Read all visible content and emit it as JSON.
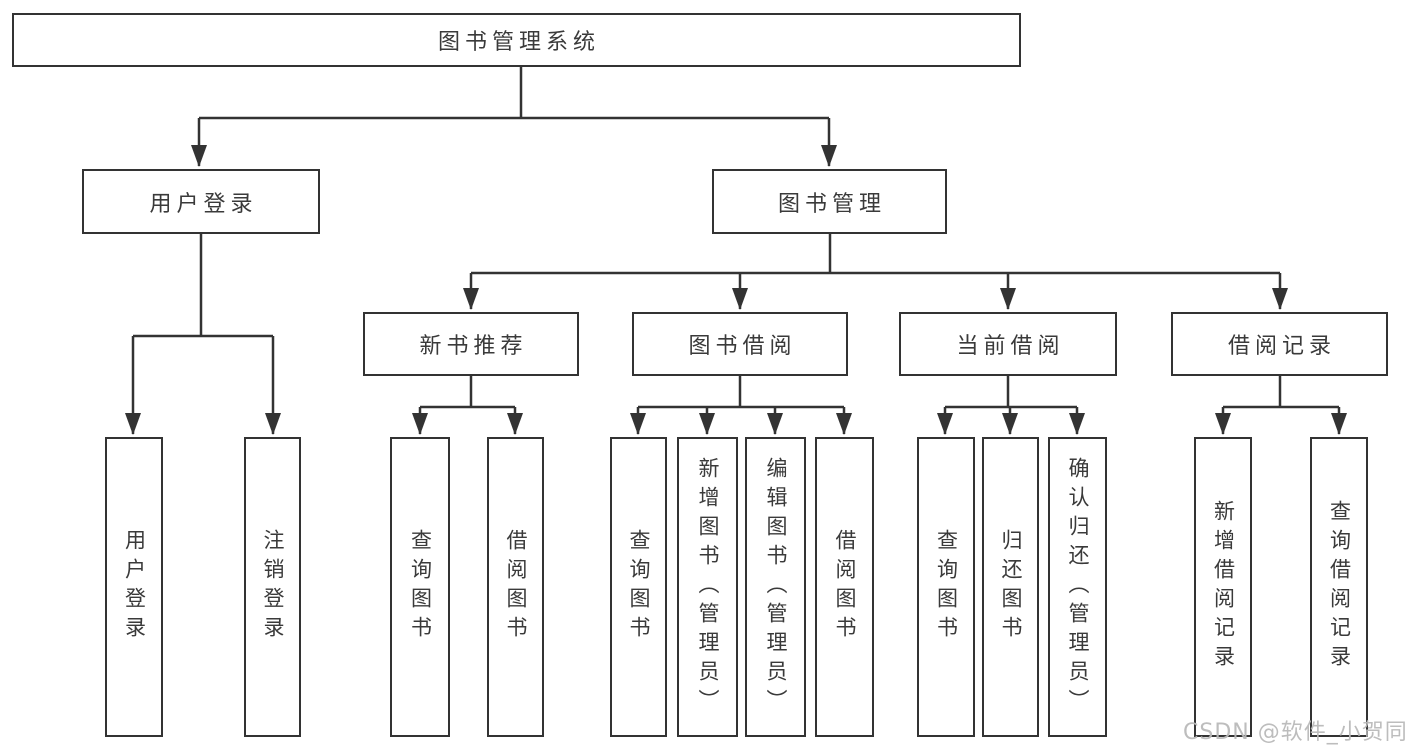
{
  "tree": {
    "root": {
      "label": "图书管理系统"
    },
    "branches": [
      {
        "label": "用户登录",
        "children": [
          {
            "label": "用户登录"
          },
          {
            "label": "注销登录"
          }
        ]
      },
      {
        "label": "图书管理",
        "children": [
          {
            "label": "新书推荐",
            "children": [
              {
                "label": "查询图书"
              },
              {
                "label": "借阅图书"
              }
            ]
          },
          {
            "label": "图书借阅",
            "children": [
              {
                "label": "查询图书"
              },
              {
                "label": "新增图书（管理员）"
              },
              {
                "label": "编辑图书（管理员）"
              },
              {
                "label": "借阅图书"
              }
            ]
          },
          {
            "label": "当前借阅",
            "children": [
              {
                "label": "查询图书"
              },
              {
                "label": "归还图书"
              },
              {
                "label": "确认归还（管理员）"
              }
            ]
          },
          {
            "label": "借阅记录",
            "children": [
              {
                "label": "新增借阅记录"
              },
              {
                "label": "查询借阅记录"
              }
            ]
          }
        ]
      }
    ]
  },
  "watermark": {
    "text": "CSDN @软件_小贺同学"
  },
  "colors": {
    "line": "#333333",
    "box_border": "#333333",
    "box_fill": "#ffffff",
    "text": "#3a3a3a",
    "watermark": "#b9b9b9",
    "background": "#ffffff"
  }
}
